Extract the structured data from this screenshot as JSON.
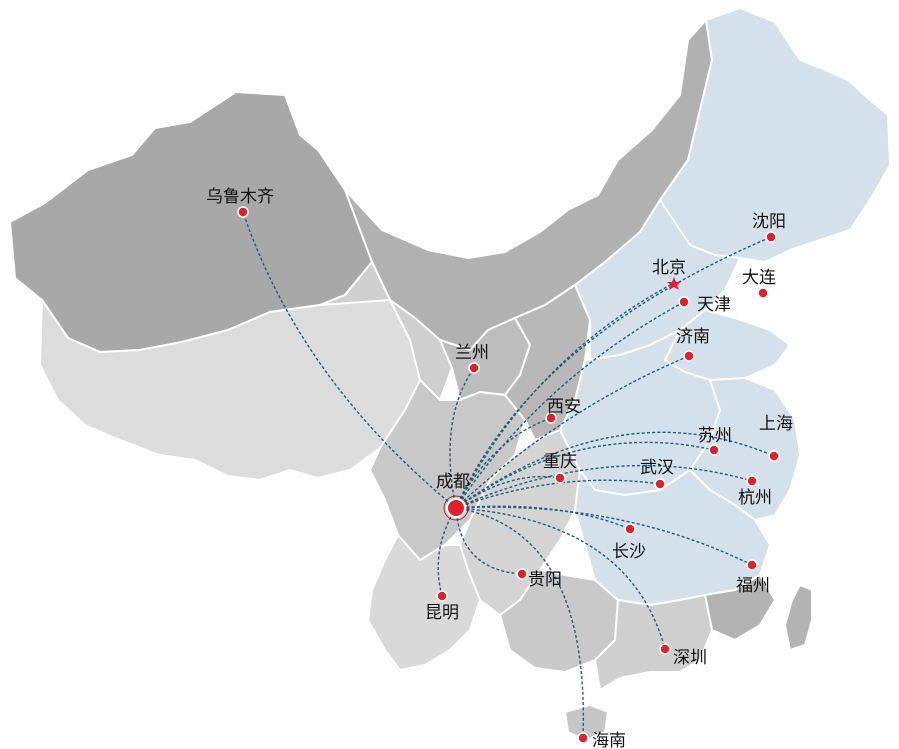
{
  "colors": {
    "west_dark": "#a8a8a8",
    "west_mid": "#c3c3c3",
    "west_light": "#dcdcdc",
    "east": "#d4e0ea",
    "route": "#1f5e7a",
    "dot": "#e1202c"
  },
  "hub": {
    "label": "成都"
  },
  "cities": [
    {
      "id": "urumqi",
      "label": "乌鲁木齐"
    },
    {
      "id": "shenyang",
      "label": "沈阳"
    },
    {
      "id": "beijing",
      "label": "北京",
      "marker": "star-icon"
    },
    {
      "id": "dalian",
      "label": "大连"
    },
    {
      "id": "tianjin",
      "label": "天津"
    },
    {
      "id": "jinan",
      "label": "济南"
    },
    {
      "id": "lanzhou",
      "label": "兰州"
    },
    {
      "id": "xian",
      "label": "西安"
    },
    {
      "id": "shanghai",
      "label": "上海"
    },
    {
      "id": "suzhou",
      "label": "苏州"
    },
    {
      "id": "chongqing",
      "label": "重庆"
    },
    {
      "id": "wuhan",
      "label": "武汉"
    },
    {
      "id": "hangzhou",
      "label": "杭州"
    },
    {
      "id": "changsha",
      "label": "长沙"
    },
    {
      "id": "fuzhou",
      "label": "福州"
    },
    {
      "id": "guiyang",
      "label": "贵阳"
    },
    {
      "id": "kunming",
      "label": "昆明"
    },
    {
      "id": "shenzhen",
      "label": "深圳"
    },
    {
      "id": "haikou",
      "label": "海南"
    }
  ]
}
